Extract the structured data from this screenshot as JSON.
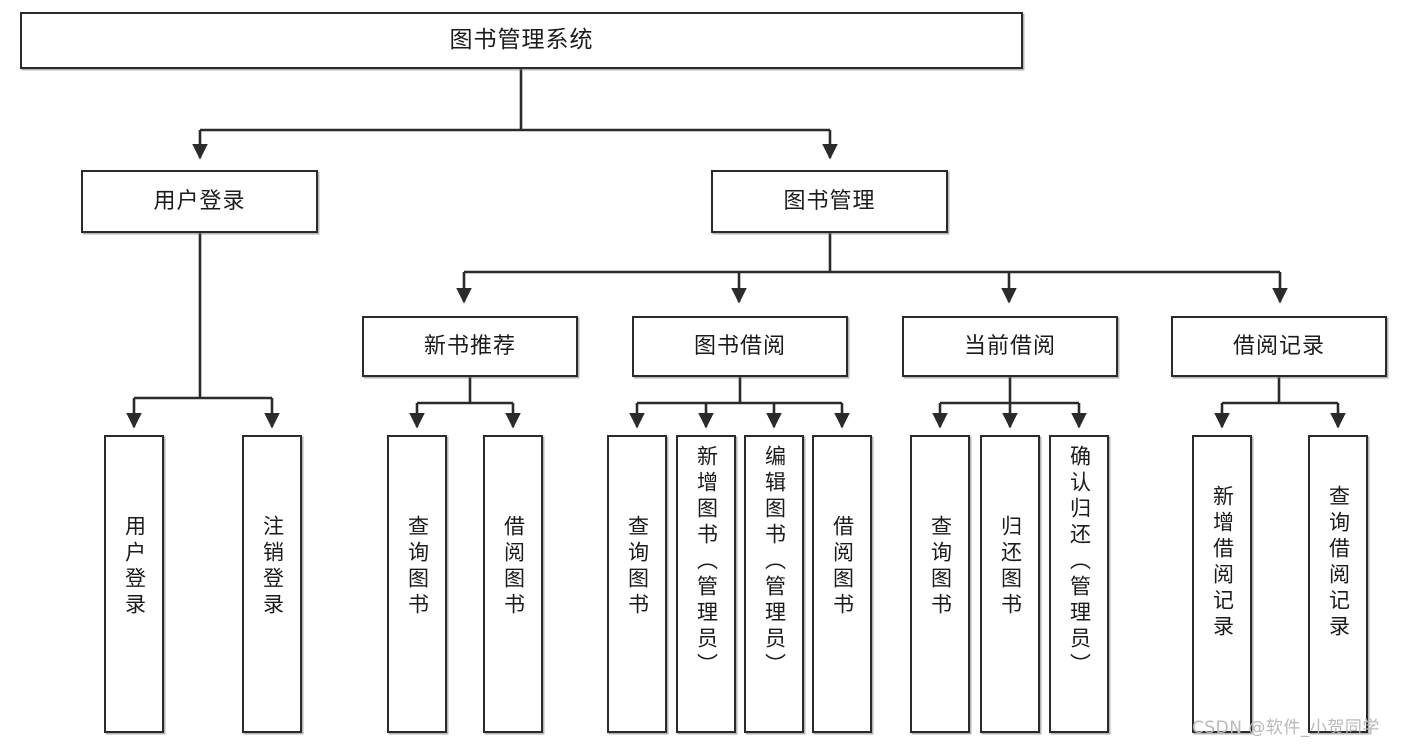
{
  "diagram": {
    "title": "图书管理系统",
    "type": "tree",
    "root": {
      "label": "图书管理系统"
    },
    "level2": [
      {
        "id": "user-login",
        "label": "用户登录"
      },
      {
        "id": "book-manage",
        "label": "图书管理"
      }
    ],
    "level3": [
      {
        "id": "new-book-recommend",
        "label": "新书推荐",
        "parent": "book-manage"
      },
      {
        "id": "book-borrow",
        "label": "图书借阅",
        "parent": "book-manage"
      },
      {
        "id": "current-borrow",
        "label": "当前借阅",
        "parent": "book-manage"
      },
      {
        "id": "borrow-record",
        "label": "借阅记录",
        "parent": "book-manage"
      }
    ],
    "leaves": [
      {
        "id": "leaf-user-login",
        "label": "用户登录",
        "parent": "user-login"
      },
      {
        "id": "leaf-user-logout",
        "label": "注销登录",
        "parent": "user-login"
      },
      {
        "id": "leaf-rec-query-book",
        "label": "查询图书",
        "parent": "new-book-recommend"
      },
      {
        "id": "leaf-rec-borrow-book",
        "label": "借阅图书",
        "parent": "new-book-recommend"
      },
      {
        "id": "leaf-bb-query-book",
        "label": "查询图书",
        "parent": "book-borrow"
      },
      {
        "id": "leaf-bb-add-book",
        "label": "新增图书（管理员）",
        "parent": "book-borrow"
      },
      {
        "id": "leaf-bb-edit-book",
        "label": "编辑图书（管理员）",
        "parent": "book-borrow"
      },
      {
        "id": "leaf-bb-borrow-book",
        "label": "借阅图书",
        "parent": "book-borrow"
      },
      {
        "id": "leaf-cb-query-book",
        "label": "查询图书",
        "parent": "current-borrow"
      },
      {
        "id": "leaf-cb-return-book",
        "label": "归还图书",
        "parent": "current-borrow"
      },
      {
        "id": "leaf-cb-confirm-return",
        "label": "确认归还（管理员）",
        "parent": "current-borrow"
      },
      {
        "id": "leaf-br-add-record",
        "label": "新增借阅记录",
        "parent": "borrow-record"
      },
      {
        "id": "leaf-br-query-record",
        "label": "查询借阅记录",
        "parent": "borrow-record"
      }
    ]
  },
  "watermark": {
    "text": "CSDN @软件_小贺同学"
  },
  "colors": {
    "stroke": "#2b2b2b",
    "fill": "#ffffff",
    "text": "#1b1b1b",
    "watermark": "#b9b9b9"
  }
}
